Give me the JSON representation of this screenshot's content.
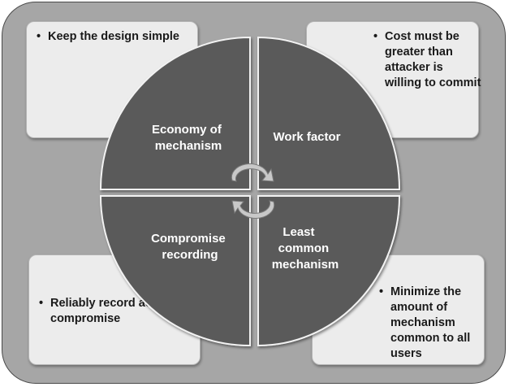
{
  "quadrants": {
    "top_left": "Economy of\nmechanism",
    "top_right": "Work factor",
    "bottom_left": "Compromise\nrecording",
    "bottom_right": "Least\ncommon\nmechanism"
  },
  "boxes": {
    "top_left": "Keep the design simple",
    "top_right": "Cost must be greater than attacker is willing to commit",
    "bottom_left": "Reliably record actions of compromise",
    "bottom_right": "Minimize the amount of mechanism common to all users"
  },
  "bullet": "•",
  "colors": {
    "frame": "#a6a6a6",
    "box": "#ececec",
    "quadrant": "#5a5a5a",
    "quadrant_text": "#ffffff",
    "arrows": "#bfbfbf"
  }
}
